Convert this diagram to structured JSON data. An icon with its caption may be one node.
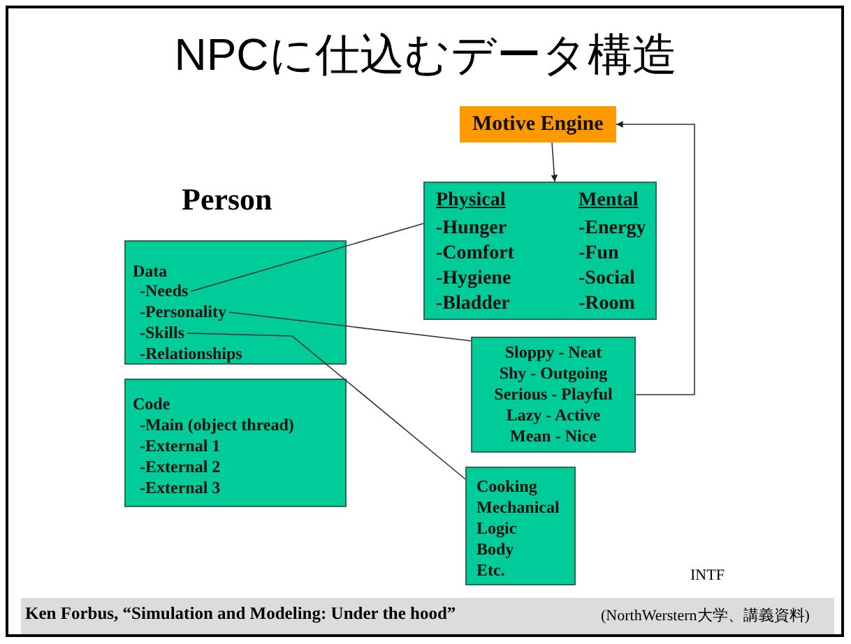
{
  "diagram": {
    "title": "NPCに仕込むデータ構造",
    "nodes": [
      {
        "text": [
          "Motive Engine"
        ]
      },
      {
        "text": [
          "Physical",
          "-Hunger -Comfort -Hygiene -Bladder",
          "Mental",
          "-Energy -Fun -Social -Room"
        ]
      },
      {
        "text": [
          "Data",
          "-Needs",
          "-Personality",
          "-Skills",
          "-Relationships"
        ]
      },
      {
        "text": [
          "Code",
          "-Main (object thread)",
          "-External 1",
          "-External 2",
          "-External 3"
        ]
      },
      {
        "text": [
          "Sloppy - Neat",
          "Shy - Outgoing",
          "Serious - Playful",
          "Lazy - Active",
          "Mean - Nice"
        ]
      },
      {
        "text": [
          "Cooking",
          "Mechanical",
          "Logic",
          "Body",
          "Etc."
        ]
      }
    ],
    "edges": [
      {
        "from": 0,
        "to": 1,
        "arrow": "to"
      },
      {
        "from": 2,
        "to": 1,
        "arrow": "none"
      },
      {
        "from": 2,
        "to": 4,
        "arrow": "none"
      },
      {
        "from": 2,
        "to": 5,
        "arrow": "none"
      },
      {
        "from": 4,
        "to": 0,
        "arrow": "to"
      }
    ],
    "labels": [
      "Person",
      "INTF",
      "Ken Forbus, “Simulation and Modeling: Under the hood”",
      "(NorthWerstern大学、講義資料)"
    ]
  }
}
